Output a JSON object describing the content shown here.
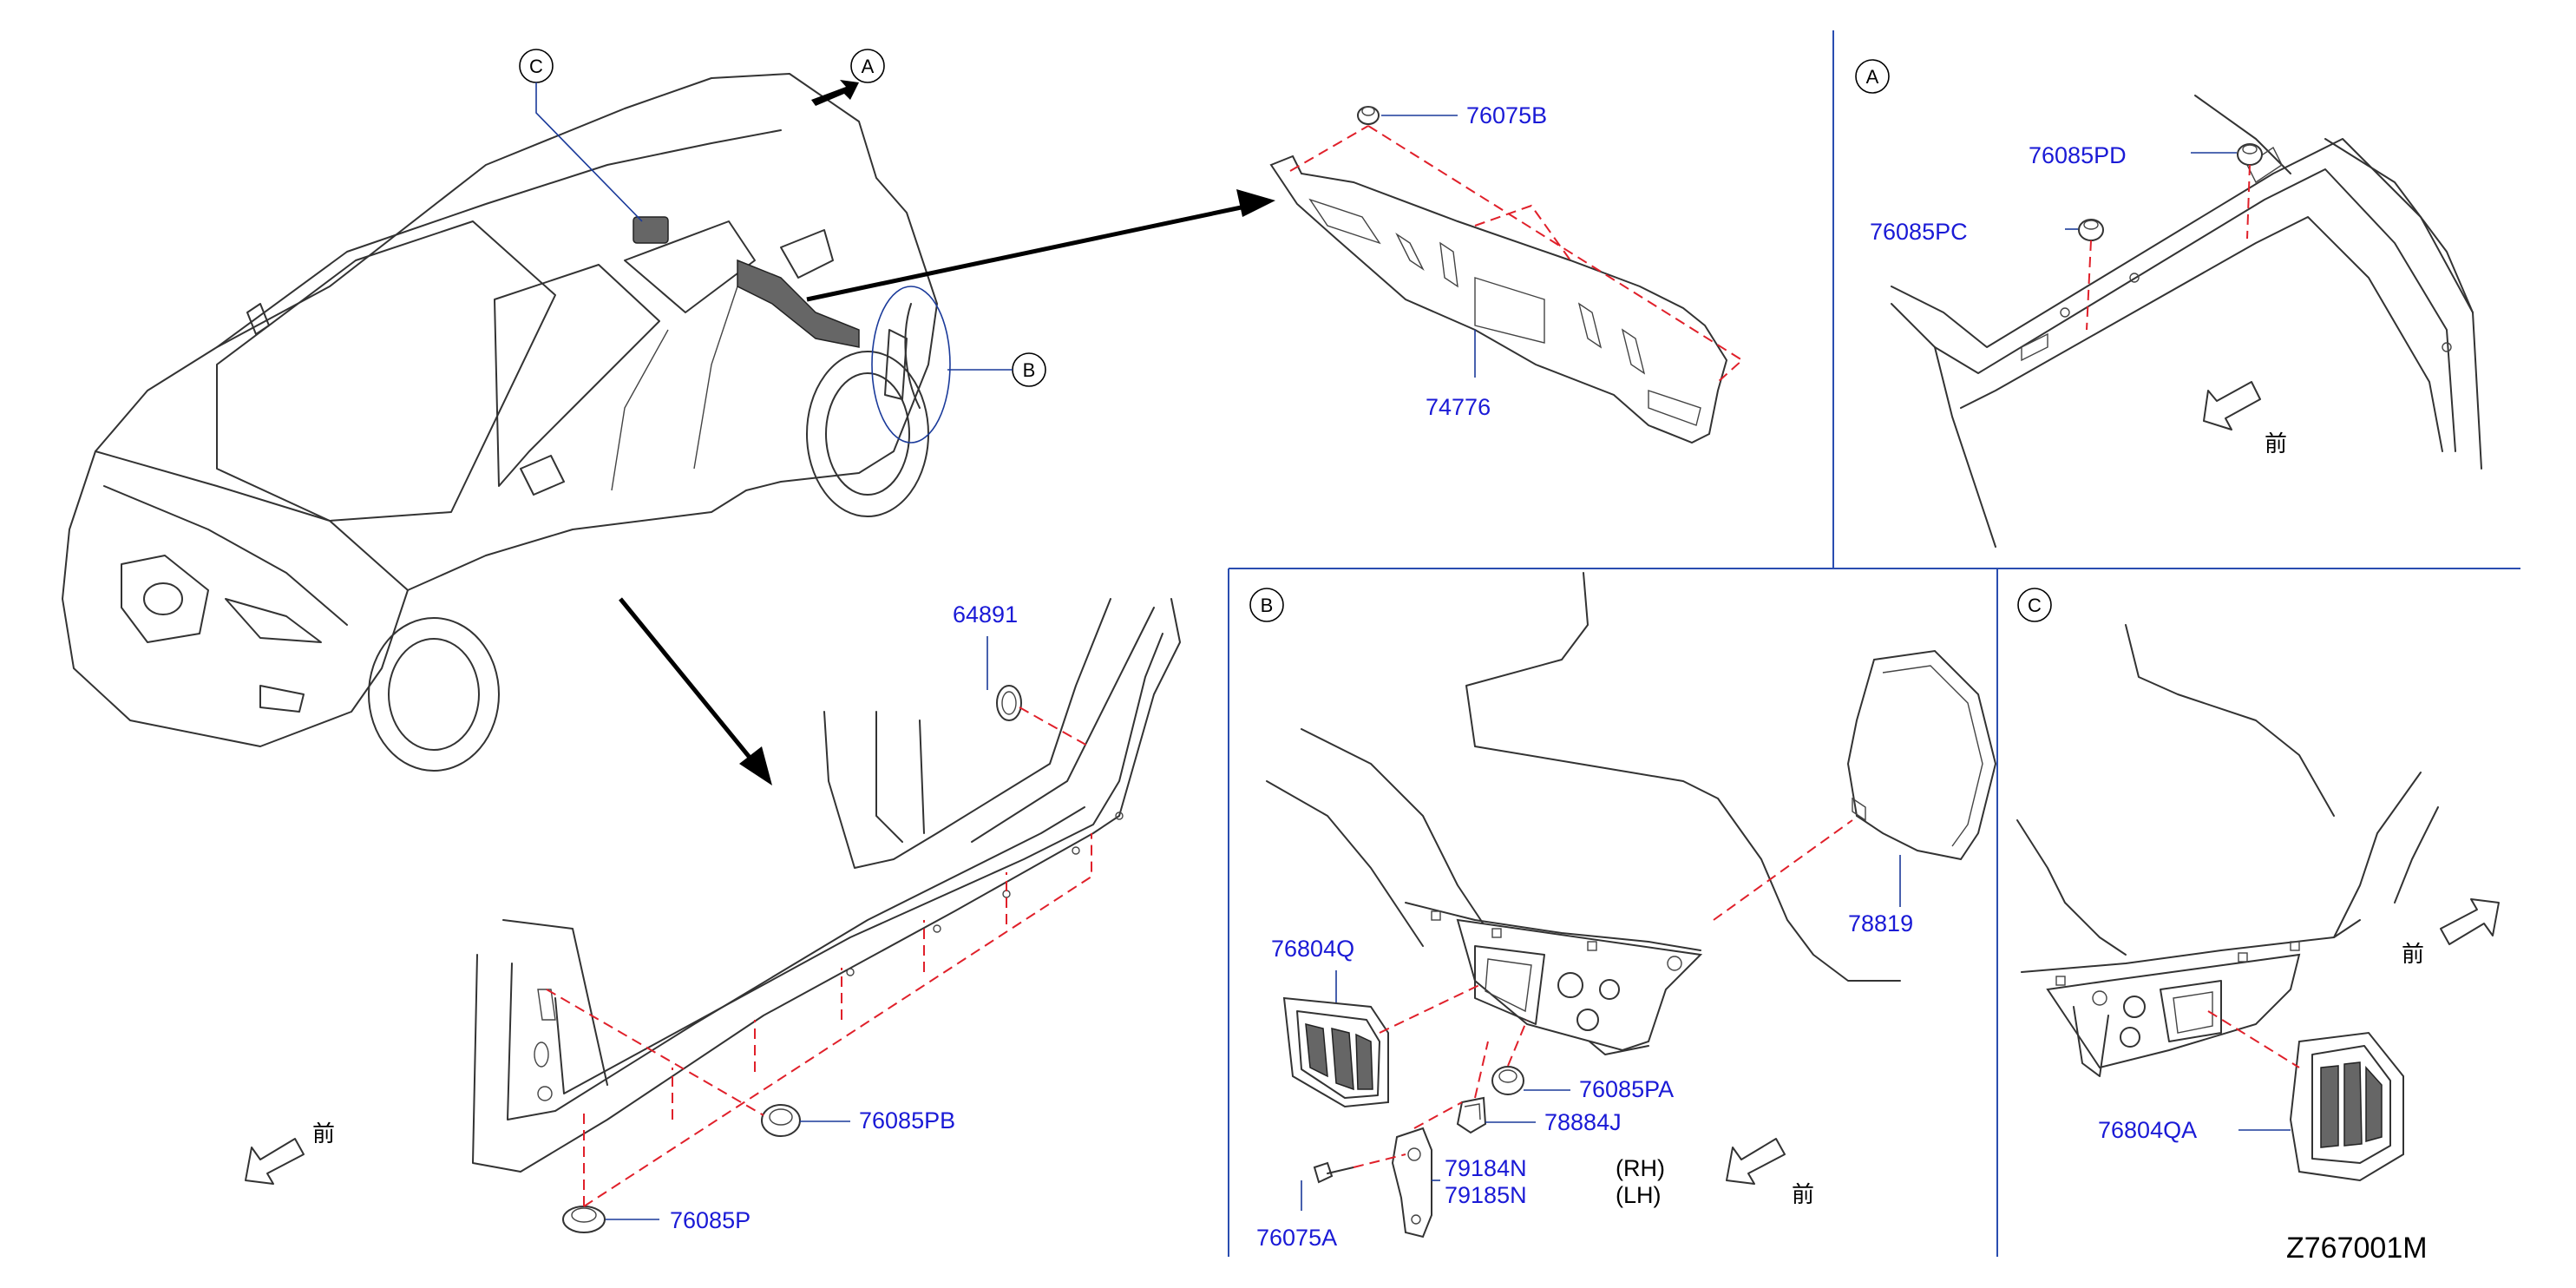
{
  "catalog_number": "Z767001M",
  "front_glyph": "前",
  "callouts": {
    "a": "A",
    "b": "B",
    "c": "C"
  },
  "parts": {
    "p76075B": "76075B",
    "p74776": "74776",
    "p64891": "64891",
    "p76085PB": "76085PB",
    "p76085P": "76085P",
    "p76085PD": "76085PD",
    "p76085PC": "76085PC",
    "p78819": "78819",
    "p76804Q": "76804Q",
    "p76085PA": "76085PA",
    "p78884J": "78884J",
    "p79184N": "79184N",
    "p79185N": "79185N",
    "p76075A": "76075A",
    "p76804QA": "76804QA"
  },
  "sides": {
    "rh": "(RH)",
    "lh": "(LH)"
  },
  "colors": {
    "part_number": "#1a1ad6",
    "dashed_guide": "#e0202a",
    "frame": "#2a4db0",
    "line_art": "#333333"
  },
  "icons": [
    "front-direction-arrow-icon",
    "view-arrow-icon",
    "callout-circle-icon"
  ]
}
